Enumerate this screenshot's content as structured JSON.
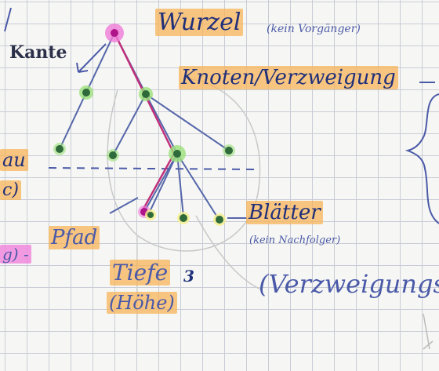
{
  "labels": {
    "wurzel": "Wurzel",
    "wurzel_note": "(kein Vorgänger)",
    "kante": "Kante",
    "knoten": "Knoten/Verzweigung",
    "blaetter": "Blätter",
    "blaetter_note": "(kein Nachfolger)",
    "pfad": "Pfad",
    "tiefe": "Tiefe",
    "tiefe_num": "3",
    "hoehe": "(Höhe)",
    "verzweigungs": "(Verzweigungs-",
    "edge_left_1": "au",
    "edge_left_2": "c)",
    "edge_left_3": "g) -"
  },
  "colors": {
    "edge": "#5566aa",
    "path": "#c0307a",
    "node": "#2f6a3a",
    "node_halo": "#9be07a",
    "root": "#b0148a",
    "root_halo": "#f07ad8",
    "highlight": "#f7b45a",
    "level_line": "#4b5aa8"
  }
}
